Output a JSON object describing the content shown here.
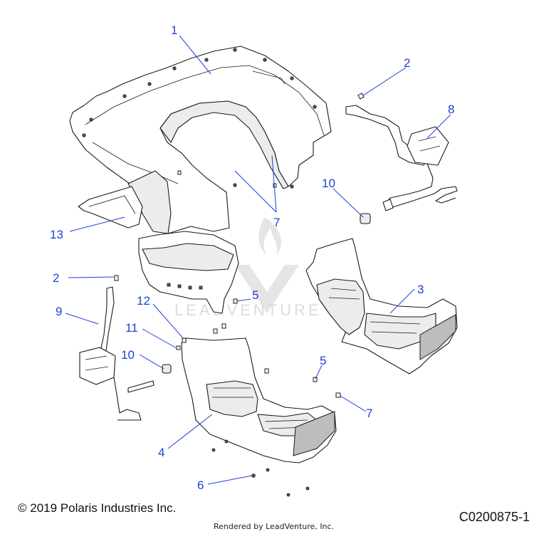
{
  "callouts": [
    {
      "id": "c1",
      "label": "1"
    },
    {
      "id": "c2a",
      "label": "2"
    },
    {
      "id": "c8",
      "label": "8"
    },
    {
      "id": "c10a",
      "label": "10"
    },
    {
      "id": "c7a",
      "label": "7"
    },
    {
      "id": "c13",
      "label": "13"
    },
    {
      "id": "c2b",
      "label": "2"
    },
    {
      "id": "c3",
      "label": "3"
    },
    {
      "id": "c9",
      "label": "9"
    },
    {
      "id": "c12",
      "label": "12"
    },
    {
      "id": "c5a",
      "label": "5"
    },
    {
      "id": "c11",
      "label": "11"
    },
    {
      "id": "c10b",
      "label": "10"
    },
    {
      "id": "c5b",
      "label": "5"
    },
    {
      "id": "c7b",
      "label": "7"
    },
    {
      "id": "c4",
      "label": "4"
    },
    {
      "id": "c6",
      "label": "6"
    }
  ],
  "footer": {
    "copyright": "© 2019 Polaris Industries Inc.",
    "drawing_number": "C0200875-1",
    "rendered_by": "Rendered by LeadVenture, Inc."
  },
  "watermark": {
    "text": "LEADVENTURE"
  },
  "colors": {
    "callout": "#1f3fd6",
    "line": "#1a1a1a"
  }
}
